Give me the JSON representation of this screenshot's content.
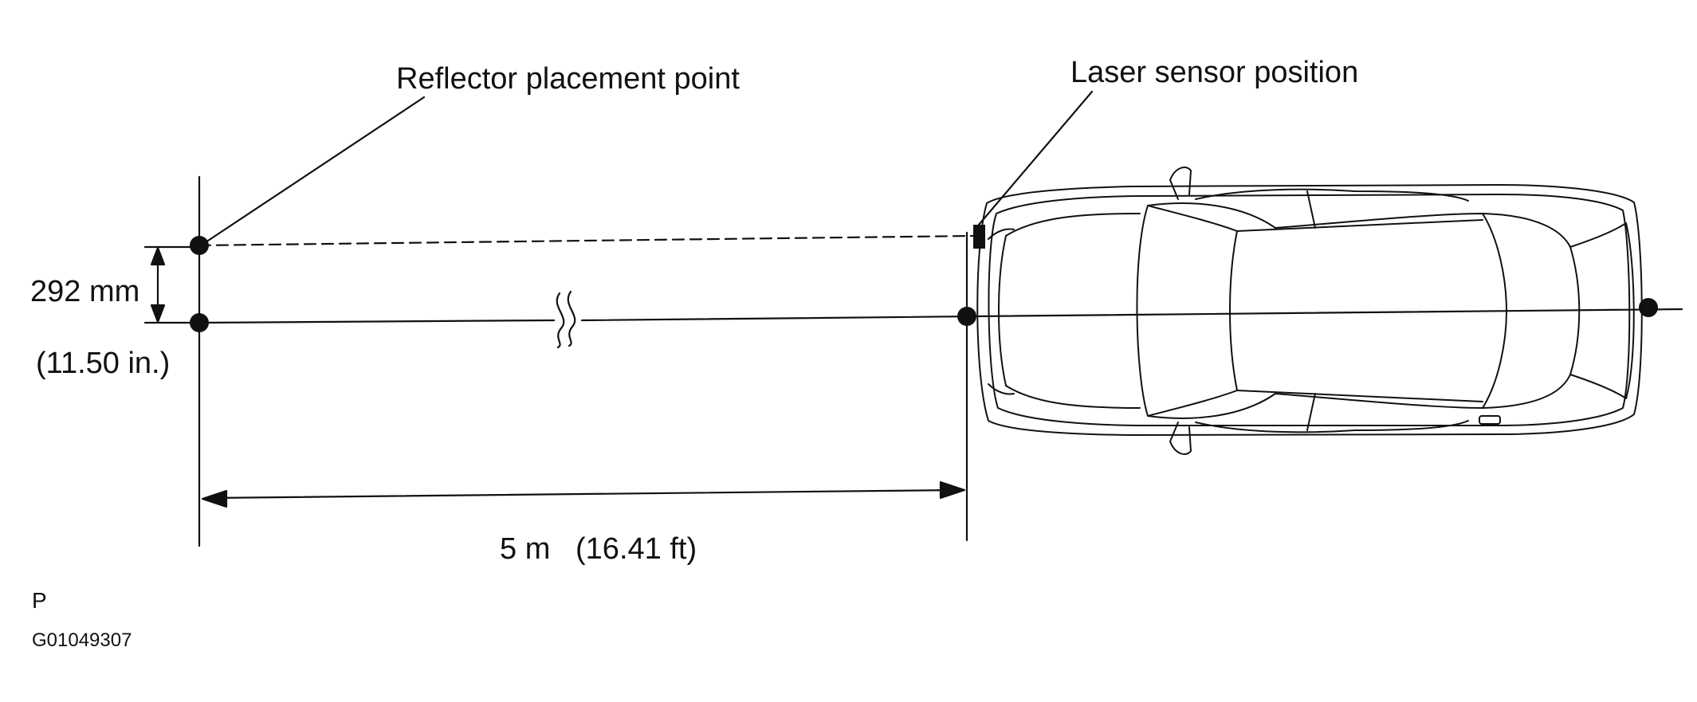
{
  "labels": {
    "reflector": "Reflector placement point",
    "sensor": "Laser sensor position",
    "offset_mm": "292 mm",
    "offset_in": "(11.50 in.)",
    "distance": "5 m   (16.41 ft)",
    "code_p": "P",
    "figure_id": "G01049307"
  },
  "colors": {
    "line": "#111111",
    "background": "#ffffff"
  }
}
